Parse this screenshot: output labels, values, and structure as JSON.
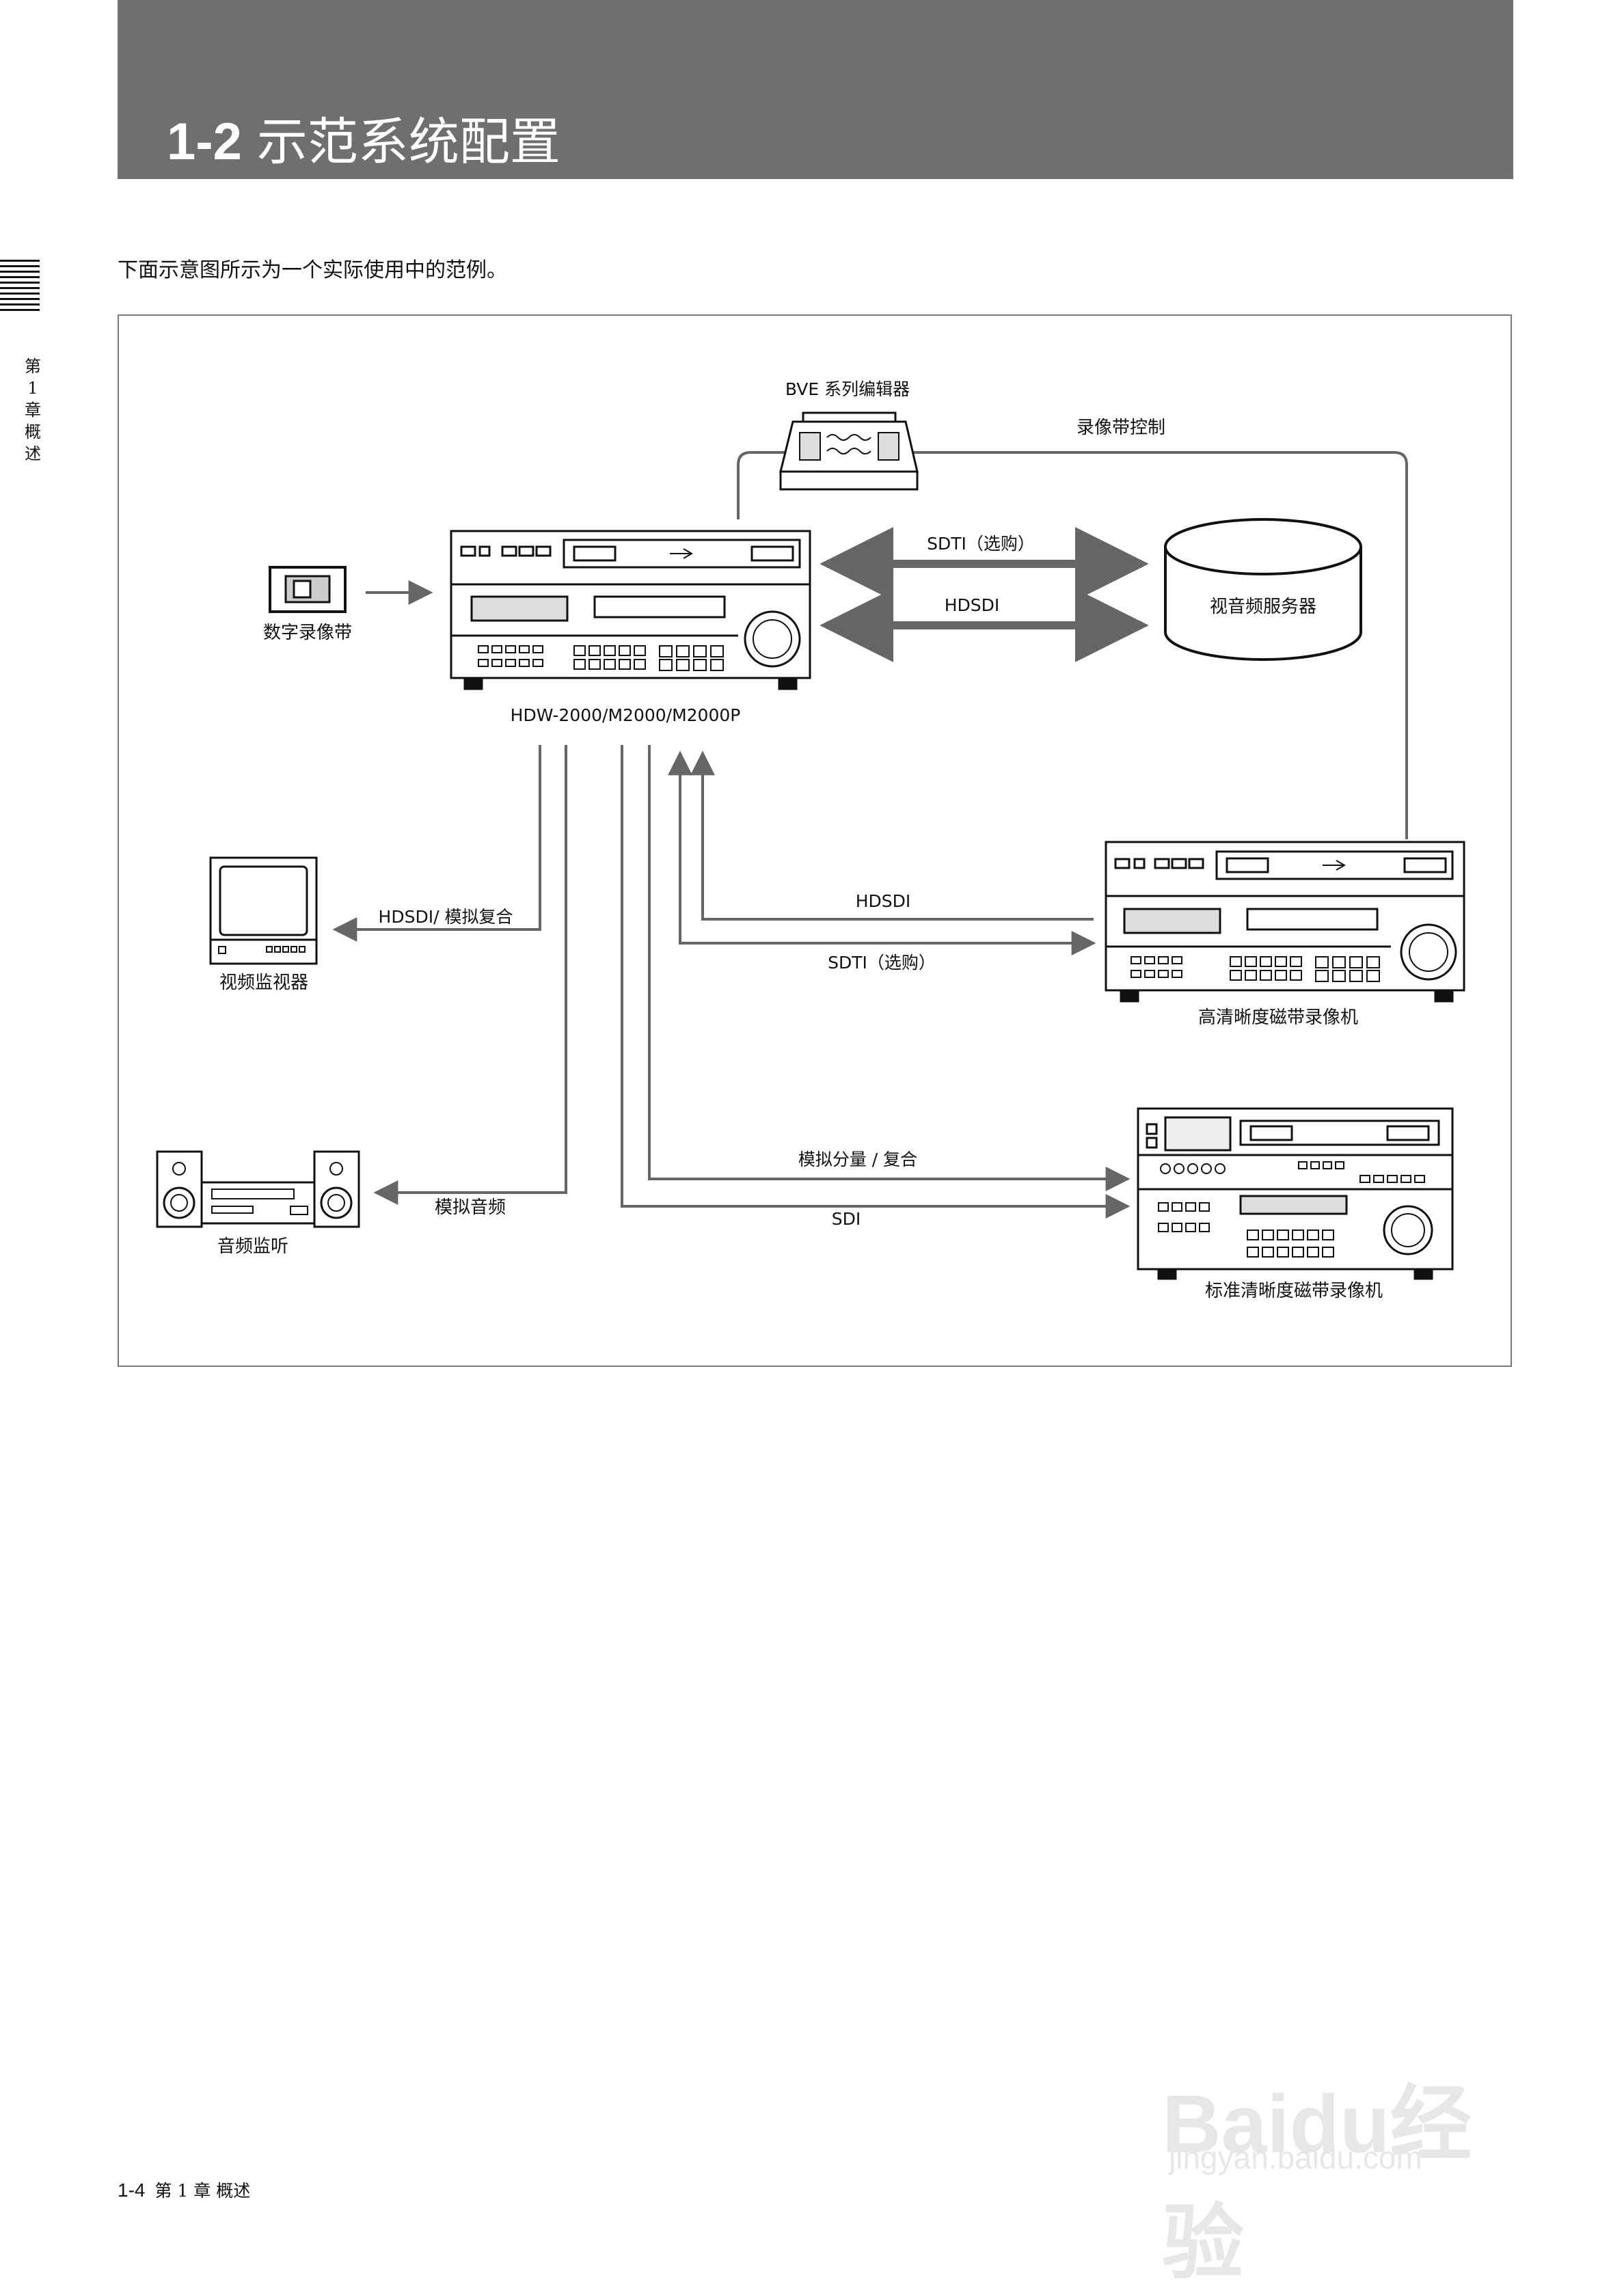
{
  "header": {
    "section_number": "1-2",
    "section_title": "示范系统配置"
  },
  "intro_text": "下面示意图所示为一个实际使用中的范例。",
  "side_tab": {
    "chapter_chars": [
      "第",
      "1",
      "章",
      "概",
      "述"
    ]
  },
  "diagram": {
    "devices": {
      "editor": "BVE 系列编辑器",
      "tape": "数字录像带",
      "main_vtr": "HDW-2000/M2000/M2000P",
      "server": "视音频服务器",
      "monitor": "视频监视器",
      "hd_vtr": "高清晰度磁带录像机",
      "audio": "音频监听",
      "sd_vtr": "标准清晰度磁带录像机"
    },
    "signals": {
      "tape_control": "录像带控制",
      "sdti_optional_1": "SDTI（选购）",
      "hdsdi_1": "HDSDI",
      "hdsdi_composite": "HDSDI/ 模拟复合",
      "hdsdi_2": "HDSDI",
      "sdti_optional_2": "SDTI（选购）",
      "analog_audio": "模拟音频",
      "analog_component": "模拟分量 / 复合",
      "sdi": "SDI"
    }
  },
  "footer": {
    "page": "1-4",
    "chapter": "第 1 章  概述"
  },
  "watermark": {
    "brand": "Baidu经验",
    "url": "jingyan.baidu.com"
  }
}
